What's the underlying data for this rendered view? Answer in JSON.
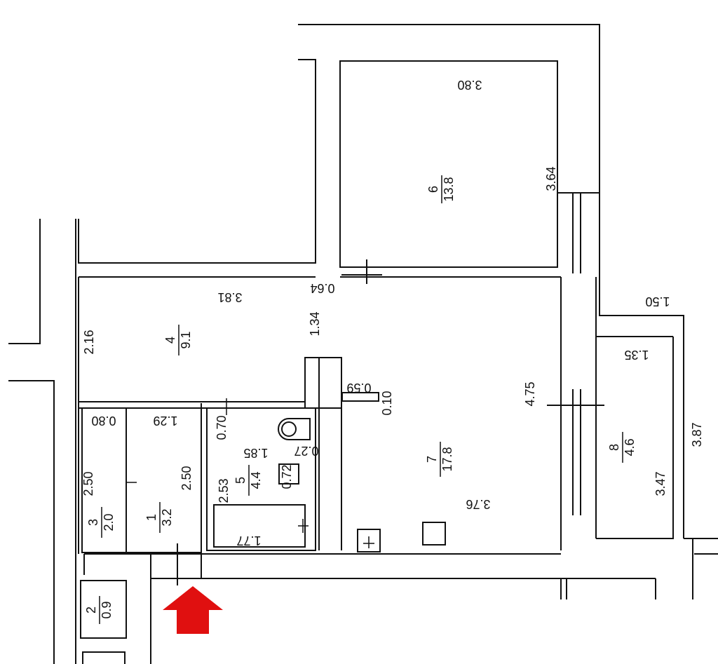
{
  "rooms": {
    "r1": {
      "number": "1",
      "area": "3.2"
    },
    "r2": {
      "number": "2",
      "area": "0.9"
    },
    "r3": {
      "number": "3",
      "area": "2.0"
    },
    "r4": {
      "number": "4",
      "area": "9.1"
    },
    "r5": {
      "number": "5",
      "area": "4.4"
    },
    "r6": {
      "number": "6",
      "area": "13.8"
    },
    "r7": {
      "number": "7",
      "area": "17.8"
    },
    "r8": {
      "number": "8",
      "area": "4.6"
    }
  },
  "dims": {
    "d380": "3.80",
    "d364": "3.64",
    "d381": "3.81",
    "d064": "0.64",
    "d134": "1.34",
    "d216": "2.16",
    "d059": "0.59",
    "d010": "0.10",
    "d475": "4.75",
    "d376": "3.76",
    "d150": "1.50",
    "d135": "1.35",
    "d387": "3.87",
    "d347": "3.47",
    "d080": "0.80",
    "d129": "1.29",
    "d070": "0.70",
    "d185": "1.85",
    "d027": "0.27",
    "d072": "0.72",
    "d253": "2.53",
    "d177": "1.77",
    "d250a": "2.50",
    "d250b": "2.50"
  },
  "colors": {
    "entrance_arrow": "#e01010"
  }
}
